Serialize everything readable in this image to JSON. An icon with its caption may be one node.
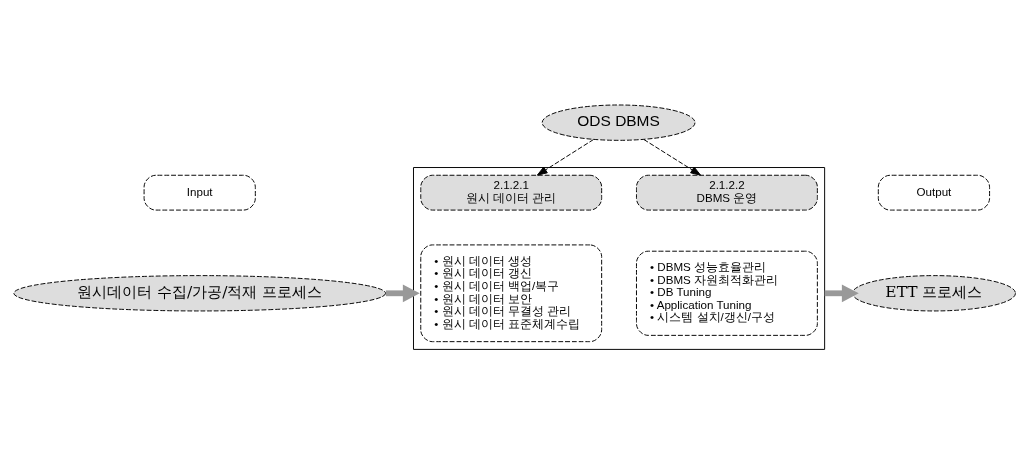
{
  "diagram": {
    "nodes": [
      {
        "text": [
          "Input"
        ]
      },
      {
        "text": [
          "원시데이터 수집/가공/적재 프로세스"
        ]
      },
      {
        "text": [
          "ODS DBMS"
        ]
      },
      {
        "text": [],
        "shape": "box"
      },
      {
        "text": [
          "2.1.2.1",
          "원시 데이터 관리"
        ],
        "in": 3
      },
      {
        "text": [
          "• 원시 데이터 생성",
          "• 원시 데이터 갱신",
          "• 원시 데이터 백업/복구",
          "• 원시 데이터 보안",
          "• 원시 데이터 무결성 관리",
          "• 원시 데이터 표준체계수립"
        ],
        "in": 3
      },
      {
        "text": [
          "2.1.2.2",
          "DBMS 운영"
        ],
        "in": 3
      },
      {
        "text": [
          "• DBMS 성능효율관리",
          "• DBMS 자원최적화관리",
          "• DB Tuning",
          "• Application Tuning",
          "• 시스템 설치/갱신/구성"
        ],
        "in": 3
      },
      {
        "text": [
          "Output"
        ]
      },
      {
        "text": [
          "ETT 프로세스"
        ]
      }
    ],
    "edges": [
      {
        "from": 2,
        "to": 4,
        "arrow": "to",
        "style": "dashed"
      },
      {
        "from": 2,
        "to": 6,
        "arrow": "to",
        "style": "dashed"
      },
      {
        "from": 1,
        "to": 3,
        "arrow": "to",
        "style": "thick",
        "color": "#999999"
      },
      {
        "from": 3,
        "to": 9,
        "arrow": "to",
        "style": "thick",
        "color": "#999999"
      }
    ]
  }
}
